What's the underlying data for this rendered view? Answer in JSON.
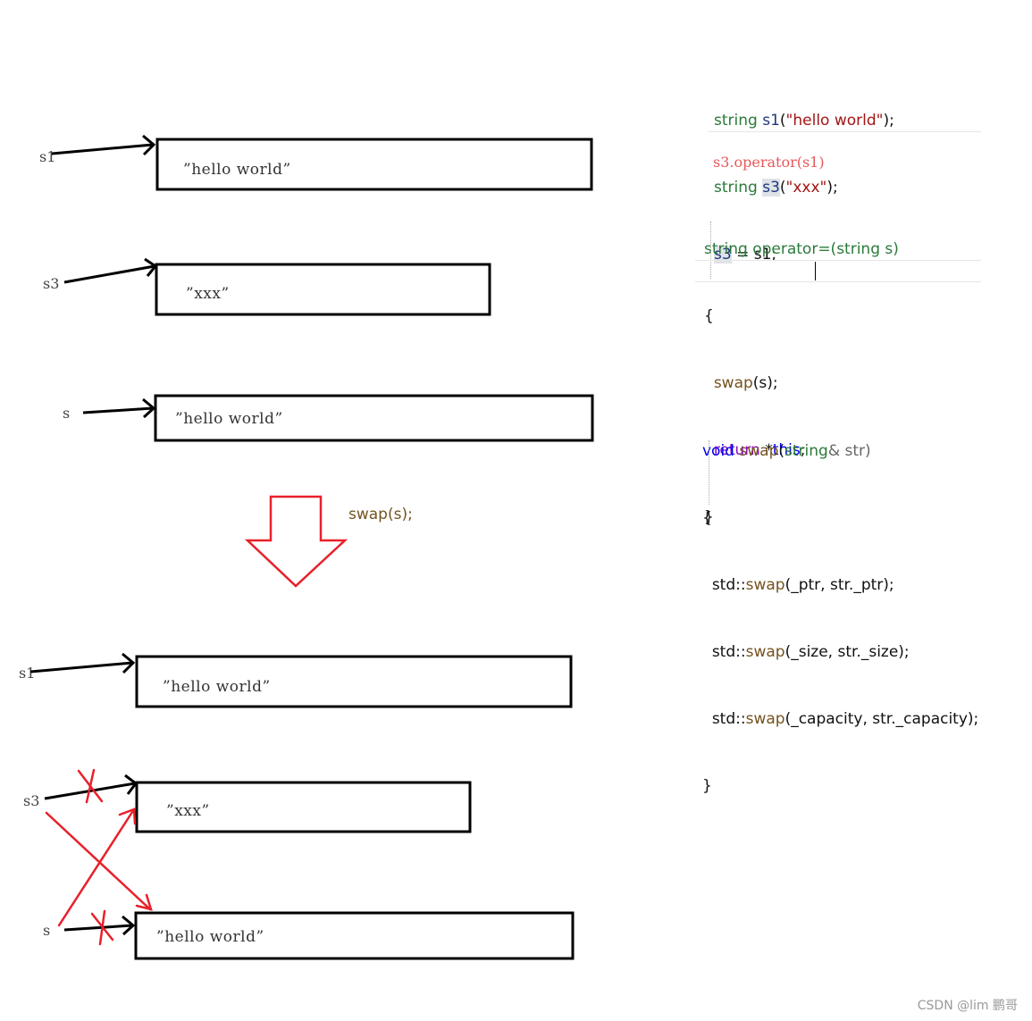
{
  "top": {
    "ptr_labels": [
      "s1",
      "s3",
      "s"
    ],
    "boxes": [
      "”hello world”",
      "”xxx”",
      "”hello world”"
    ]
  },
  "middle": {
    "swap_call": "swap(s);"
  },
  "bottom": {
    "ptr_labels": [
      "s1",
      "s3",
      "s"
    ],
    "boxes": [
      "”hello world”",
      "”xxx”",
      "”hello world”"
    ]
  },
  "code1": {
    "l1": {
      "kw": "string",
      "var": "s1",
      "open": "(",
      "str": "\"hello world\"",
      "close": ");"
    },
    "l2": {
      "kw": "string",
      "var": "s3",
      "open": "(",
      "str": "\"xxx\"",
      "close": ");"
    },
    "l3": {
      "var": "s3",
      "rest": " = s1;"
    }
  },
  "note": "s3.operator(s1)",
  "code2": {
    "sig": "string operator=(string s)",
    "open": "{",
    "l1": {
      "fn": "swap",
      "rest": "(s);"
    },
    "l2": {
      "kw": "return",
      "star": " *",
      "this": "this",
      "semi": ";"
    },
    "close": "}"
  },
  "code3": {
    "sig": {
      "void": "void",
      "fn": "swap",
      "p1": "(",
      "type": "string",
      "rest": "& str)"
    },
    "open": "{",
    "l1": {
      "ns": "std::",
      "fn": "swap",
      "rest": "(_ptr, str._ptr);"
    },
    "l2": {
      "ns": "std::",
      "fn": "swap",
      "rest": "(_size, str._size);"
    },
    "l3": {
      "ns": "std::",
      "fn": "swap",
      "rest": "(_capacity, str._capacity);"
    },
    "close": "}"
  },
  "watermark": "CSDN @lim 鹏哥",
  "colors": {
    "arrow_black": "#000000",
    "red": "#e8202a",
    "note": "#e8585a"
  }
}
